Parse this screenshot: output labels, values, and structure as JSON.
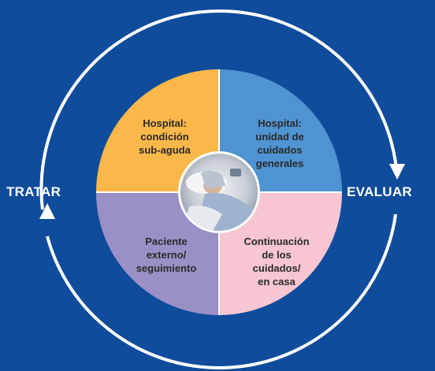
{
  "colors": {
    "background": "#0f4c9c",
    "ring": "#ffffff",
    "quadrant_top_left": "#fbb84a",
    "quadrant_top_right": "#4f93d2",
    "quadrant_bottom_left": "#9a90c6",
    "quadrant_bottom_right": "#f7c6d2",
    "divider": "#ffffff",
    "text_dark": "#2a2a2a"
  },
  "labels": {
    "left": "TRATAR",
    "right": "EVALUAR"
  },
  "quadrants": [
    {
      "id": "top-left",
      "lines": [
        "Hospital:",
        "condición",
        "sub-aguda"
      ]
    },
    {
      "id": "top-right",
      "lines": [
        "Hospital:",
        "unidad de",
        "cuidados",
        "generales"
      ]
    },
    {
      "id": "bottom-left",
      "lines": [
        "Paciente",
        "externo/",
        "seguimiento"
      ]
    },
    {
      "id": "bottom-right",
      "lines": [
        "Continuación",
        "de los",
        "cuidados/",
        "en casa"
      ]
    }
  ],
  "center_image": {
    "description_icon": "patient-in-bed-photo"
  }
}
